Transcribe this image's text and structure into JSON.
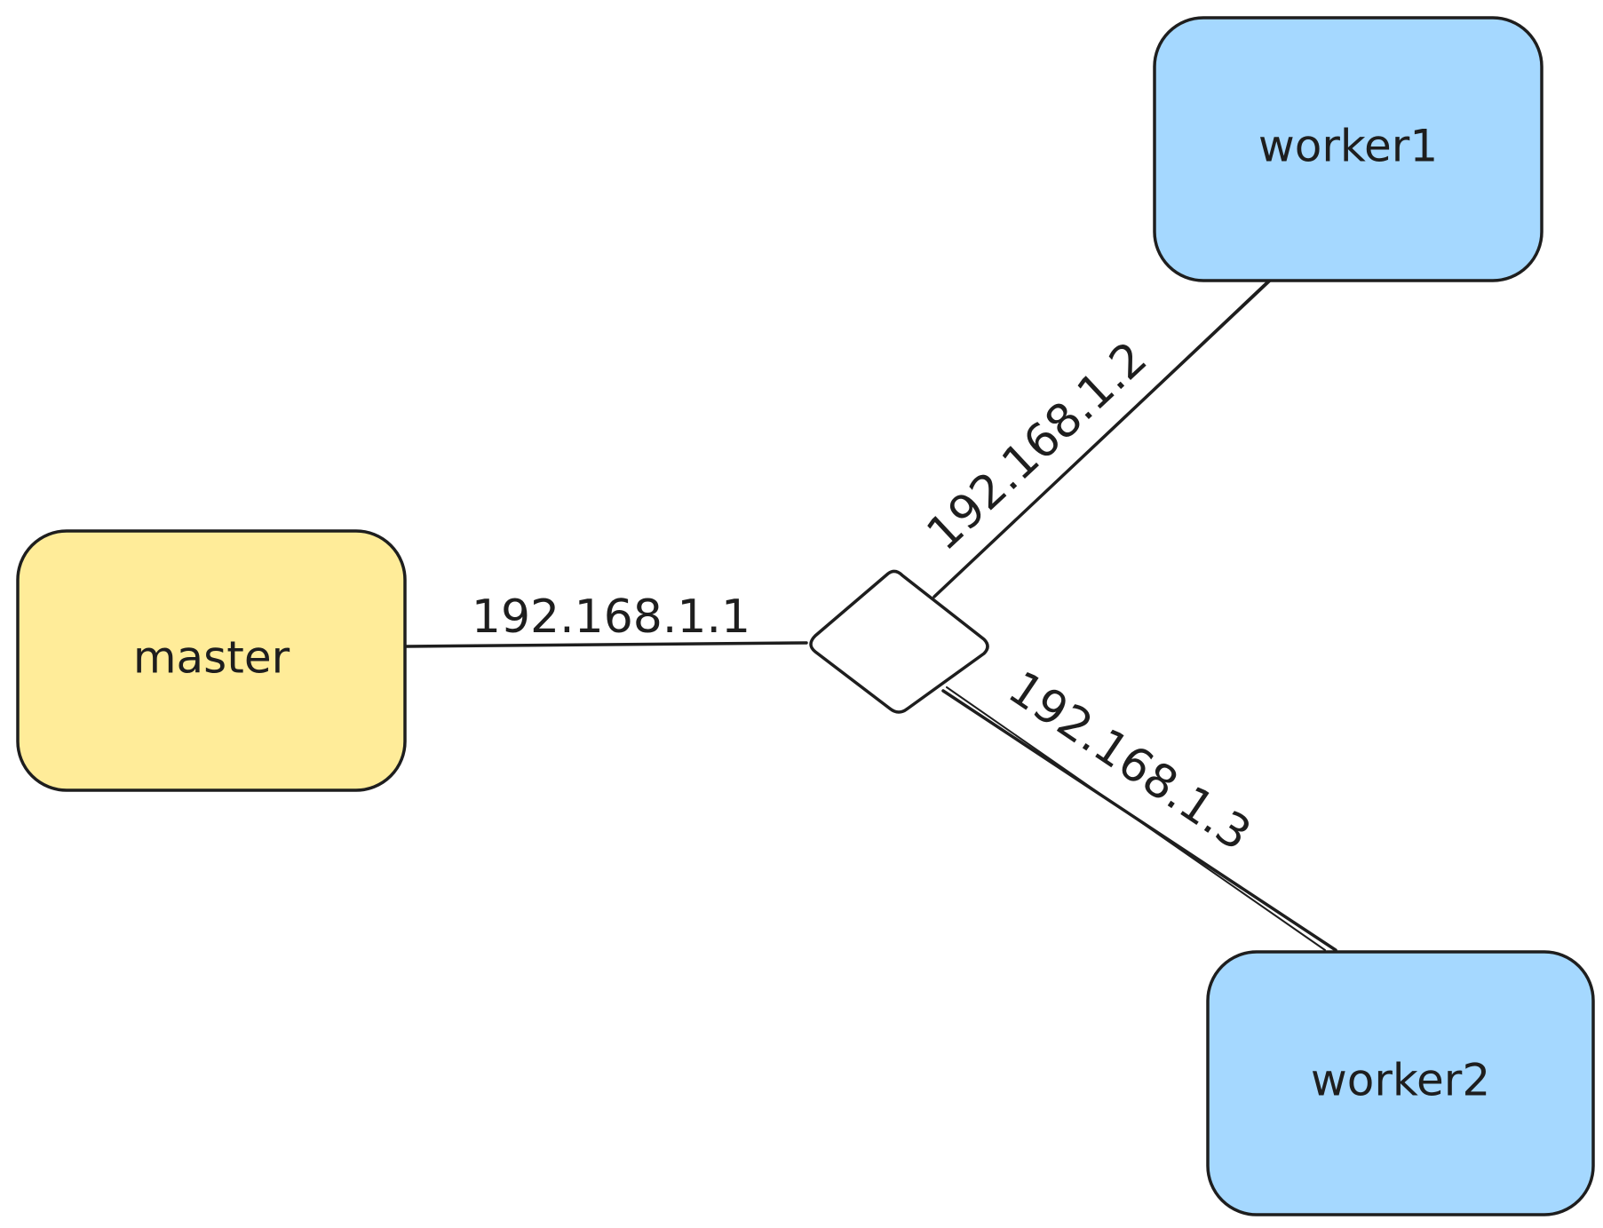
{
  "colors": {
    "stroke": "#1e1e1e",
    "master_fill": "#ffec99",
    "worker_fill": "#a5d8ff",
    "switch_fill": "#ffffff",
    "background": "#ffffff"
  },
  "nodes": {
    "master": {
      "label": "master"
    },
    "worker1": {
      "label": "worker1"
    },
    "worker2": {
      "label": "worker2"
    }
  },
  "edges": {
    "master_link": {
      "label": "192.168.1.1"
    },
    "worker1_link": {
      "label": "192.168.1.2"
    },
    "worker2_link": {
      "label": "192.168.1.3"
    }
  }
}
